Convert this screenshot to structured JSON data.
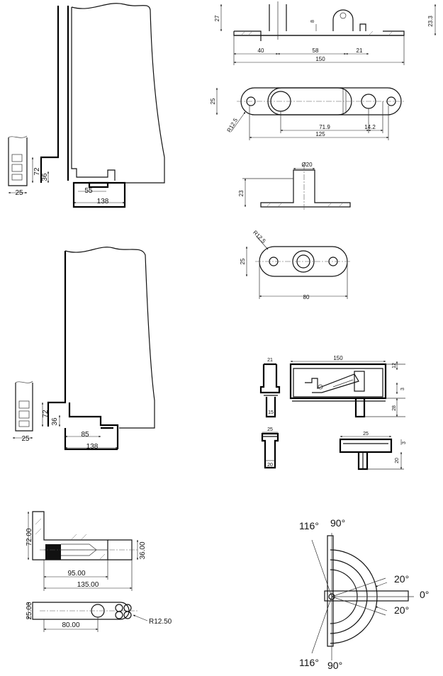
{
  "drawing_a": {
    "h72": "72",
    "h36": "36",
    "w25": "25",
    "w55": "55",
    "w138": "138"
  },
  "drawing_b": {
    "h72": "72",
    "h36": "36",
    "w25": "25",
    "w85": "85",
    "w138": "138"
  },
  "part_top_side": {
    "d27": "27",
    "d8": "8",
    "d233": "23.3",
    "d40": "40",
    "d58": "58",
    "d21": "21",
    "d150": "150"
  },
  "part_top_plan": {
    "d25": "25",
    "r125": "R12.5",
    "d719": "71.9",
    "d142": "14.2",
    "d125": "125"
  },
  "part_mid_side": {
    "dia": "Ø20",
    "d23": "23"
  },
  "part_mid_plan": {
    "r125": "R12.5",
    "d25": "25",
    "d80": "80"
  },
  "pivot_set": {
    "d21": "21",
    "d150": "150",
    "d12": "12",
    "d3a": "3",
    "d28": "28",
    "d15": "15",
    "d25a": "25",
    "d25b": "25",
    "d3b": "3",
    "d20a": "20",
    "d20b": "20"
  },
  "cad_bracket": {
    "d7200": "72.00",
    "d3600": "36.00",
    "d9500": "95.00",
    "d13500": "135.00",
    "d2500": "25.00",
    "d8000": "80.00",
    "r1250": "R12.50"
  },
  "angles": {
    "a116top": "116°",
    "a90top": "90°",
    "a20a": "20°",
    "a0": "0°",
    "a20b": "20°",
    "a116bot": "116°",
    "a90bot": "90°"
  }
}
